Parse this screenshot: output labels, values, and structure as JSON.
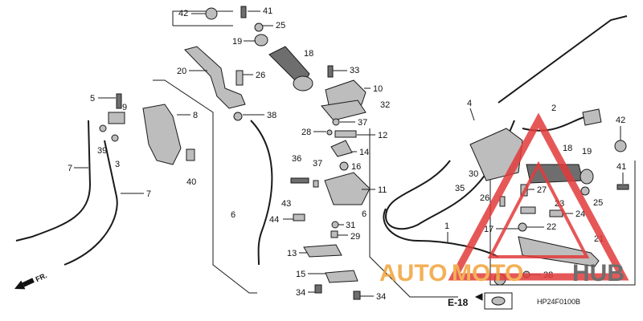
{
  "callouts": [
    {
      "id": "c42a",
      "text": "42"
    },
    {
      "id": "c41a",
      "text": "41"
    },
    {
      "id": "c25a",
      "text": "25"
    },
    {
      "id": "c19a",
      "text": "19"
    },
    {
      "id": "c18a",
      "text": "18"
    },
    {
      "id": "c20",
      "text": "20"
    },
    {
      "id": "c26",
      "text": "26"
    },
    {
      "id": "c33",
      "text": "33"
    },
    {
      "id": "c10",
      "text": "10"
    },
    {
      "id": "c32",
      "text": "32"
    },
    {
      "id": "c5",
      "text": "5"
    },
    {
      "id": "c8",
      "text": "8"
    },
    {
      "id": "c38a",
      "text": "38"
    },
    {
      "id": "c9",
      "text": "9"
    },
    {
      "id": "c37a",
      "text": "37"
    },
    {
      "id": "c28",
      "text": "28"
    },
    {
      "id": "c12",
      "text": "12"
    },
    {
      "id": "c39",
      "text": "39"
    },
    {
      "id": "c3",
      "text": "3"
    },
    {
      "id": "c14",
      "text": "14"
    },
    {
      "id": "c7a",
      "text": "7"
    },
    {
      "id": "c36",
      "text": "36"
    },
    {
      "id": "c37b",
      "text": "37"
    },
    {
      "id": "c16",
      "text": "16"
    },
    {
      "id": "c40",
      "text": "40"
    },
    {
      "id": "c11",
      "text": "11"
    },
    {
      "id": "c7b",
      "text": "7"
    },
    {
      "id": "c43",
      "text": "43"
    },
    {
      "id": "c6a",
      "text": "6"
    },
    {
      "id": "c6b",
      "text": "6"
    },
    {
      "id": "c44",
      "text": "44"
    },
    {
      "id": "c31",
      "text": "31"
    },
    {
      "id": "c29",
      "text": "29"
    },
    {
      "id": "c13",
      "text": "13"
    },
    {
      "id": "c15",
      "text": "15"
    },
    {
      "id": "c34a",
      "text": "34"
    },
    {
      "id": "c34b",
      "text": "34"
    },
    {
      "id": "c4",
      "text": "4"
    },
    {
      "id": "c2",
      "text": "2"
    },
    {
      "id": "c42b",
      "text": "42"
    },
    {
      "id": "c18b",
      "text": "18"
    },
    {
      "id": "c19b",
      "text": "19"
    },
    {
      "id": "c41b",
      "text": "41"
    },
    {
      "id": "c30",
      "text": "30"
    },
    {
      "id": "c35",
      "text": "35"
    },
    {
      "id": "c26b",
      "text": "26"
    },
    {
      "id": "c27",
      "text": "27"
    },
    {
      "id": "c25b",
      "text": "25"
    },
    {
      "id": "c23",
      "text": "23"
    },
    {
      "id": "c24",
      "text": "24"
    },
    {
      "id": "c1",
      "text": "1"
    },
    {
      "id": "c17",
      "text": "17"
    },
    {
      "id": "c22",
      "text": "22"
    },
    {
      "id": "c21",
      "text": "21"
    },
    {
      "id": "c38b",
      "text": "38"
    }
  ],
  "labels": {
    "ref_page": "E-18",
    "diagram_code": "HP24F0100B",
    "fr_marker": "FR."
  },
  "watermark": {
    "text_auto": "AUTO",
    "text_moto": "MOTO",
    "text_hub": "HUB",
    "color_red": "#e23b3b",
    "color_orange": "#f2a33a",
    "color_gray": "#555555"
  }
}
